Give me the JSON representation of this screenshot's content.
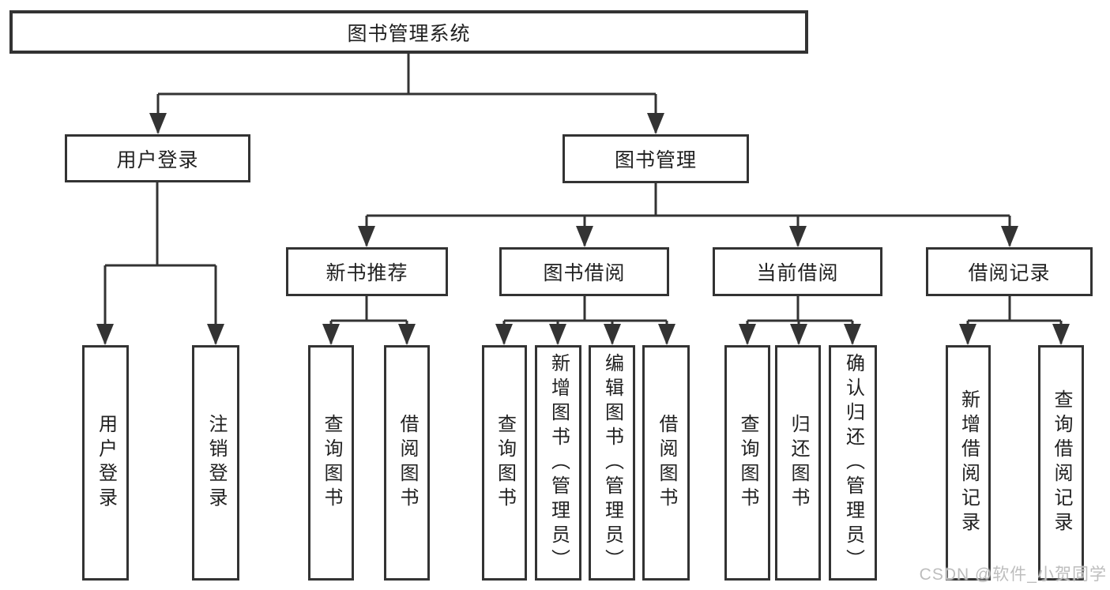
{
  "diagram": {
    "root": {
      "label": "图书管理系统"
    },
    "branches": [
      {
        "label": "用户登录",
        "children": [
          {
            "label": "用户登录"
          },
          {
            "label": "注销登录"
          }
        ]
      },
      {
        "label": "图书管理",
        "children": [
          {
            "label": "新书推荐",
            "children": [
              {
                "label": "查询图书"
              },
              {
                "label": "借阅图书"
              }
            ]
          },
          {
            "label": "图书借阅",
            "children": [
              {
                "label": "查询图书"
              },
              {
                "label": "新增图书（管理员）"
              },
              {
                "label": "编辑图书（管理员）"
              },
              {
                "label": "借阅图书"
              }
            ]
          },
          {
            "label": "当前借阅",
            "children": [
              {
                "label": "查询图书"
              },
              {
                "label": "归还图书"
              },
              {
                "label": "确认归还（管理员）"
              }
            ]
          },
          {
            "label": "借阅记录",
            "children": [
              {
                "label": "新增借阅记录"
              },
              {
                "label": "查询借阅记录"
              }
            ]
          }
        ]
      }
    ]
  },
  "watermark": {
    "text": "CSDN @软件_小贺同学",
    "color": "#bdbdbd"
  },
  "colors": {
    "line": "#333333",
    "border": "#333333",
    "text": "#212121",
    "background": "#ffffff"
  }
}
